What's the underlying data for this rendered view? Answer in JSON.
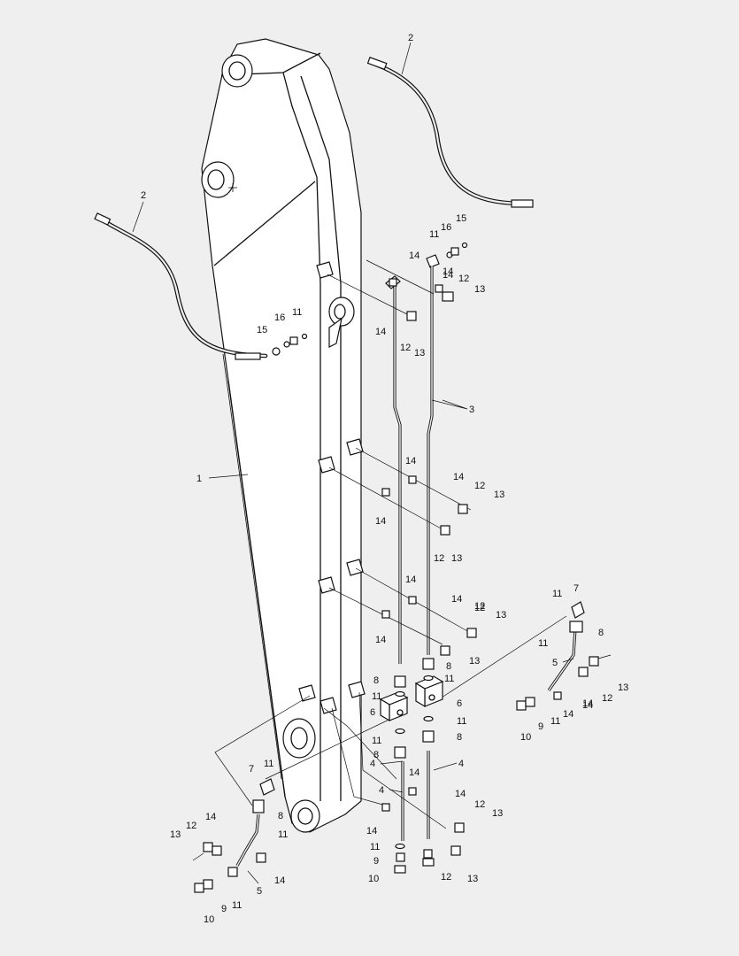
{
  "callouts": {
    "c1": "1",
    "c2a": "2",
    "c2b": "2",
    "c3": "3",
    "c4a": "4",
    "c4b": "4",
    "c4c": "4",
    "c5a": "5",
    "c5b": "5",
    "c6a": "6",
    "c6b": "6",
    "c7a": "7",
    "c7b": "7",
    "c8a": "8",
    "c8b": "8",
    "c8c": "8",
    "c8d": "8",
    "c8e": "8",
    "c8f": "8",
    "c9a": "9",
    "c9b": "9",
    "c9c": "9",
    "c10a": "10",
    "c10b": "10",
    "c10c": "10",
    "c11a": "11",
    "c11b": "11",
    "c11c": "11",
    "c11d": "11",
    "c11e": "11",
    "c11f": "11",
    "c11g": "11",
    "c11h": "11",
    "c11i": "11",
    "c11j": "11",
    "c11k": "11",
    "c11l": "11",
    "c11m": "11",
    "c12a": "12",
    "c12b": "12",
    "c12c": "12",
    "c12d": "12",
    "c12e": "12",
    "c12f": "12",
    "c12g": "12",
    "c12h": "12",
    "c12i": "12",
    "c12j": "12",
    "c13a": "13",
    "c13b": "13",
    "c13c": "13",
    "c13d": "13",
    "c13e": "13",
    "c13f": "13",
    "c13g": "13",
    "c13h": "13",
    "c13i": "13",
    "c13j": "13",
    "c14a": "14",
    "c14b": "14",
    "c14c": "14",
    "c14d": "14",
    "c14e": "14",
    "c14f": "14",
    "c14g": "14",
    "c14h": "14",
    "c14i": "14",
    "c14j": "14",
    "c14k": "14",
    "c14l": "14",
    "c14m": "14",
    "c14n": "14",
    "c14o": "14",
    "c14p": "14",
    "c14q": "14",
    "c14r": "14",
    "c15a": "15",
    "c15b": "15",
    "c16a": "16",
    "c16b": "16"
  }
}
